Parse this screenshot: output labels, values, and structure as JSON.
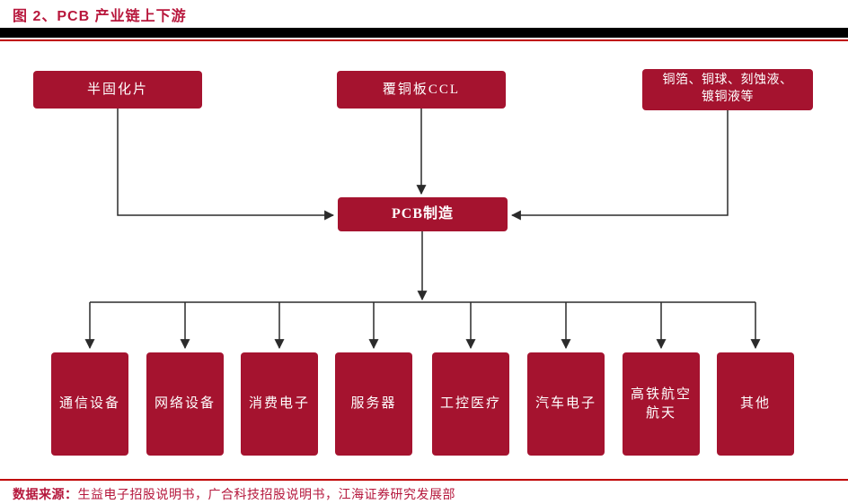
{
  "header": {
    "title": "图 2、PCB 产业链上下游"
  },
  "colors": {
    "box_red": "#A5132F",
    "title_red": "#B8173C",
    "rule_red": "#C00000",
    "connector_dark": "#2B2B2B"
  },
  "diagram": {
    "upstream": [
      {
        "label": "半固化片"
      },
      {
        "label": "覆铜板CCL"
      },
      {
        "label": "铜箔、铜球、刻蚀液、\n镀铜液等"
      }
    ],
    "center": {
      "label": "PCB制造"
    },
    "downstream": [
      {
        "label": "通信设备"
      },
      {
        "label": "网络设备"
      },
      {
        "label": "消费电子"
      },
      {
        "label": "服务器"
      },
      {
        "label": "工控医疗"
      },
      {
        "label": "汽车电子"
      },
      {
        "label": "高铁航空\n航天"
      },
      {
        "label": "其他"
      }
    ]
  },
  "footer": {
    "source_label": "数据来源：",
    "source_text": "生益电子招股说明书，广合科技招股说明书，江海证券研究发展部"
  }
}
